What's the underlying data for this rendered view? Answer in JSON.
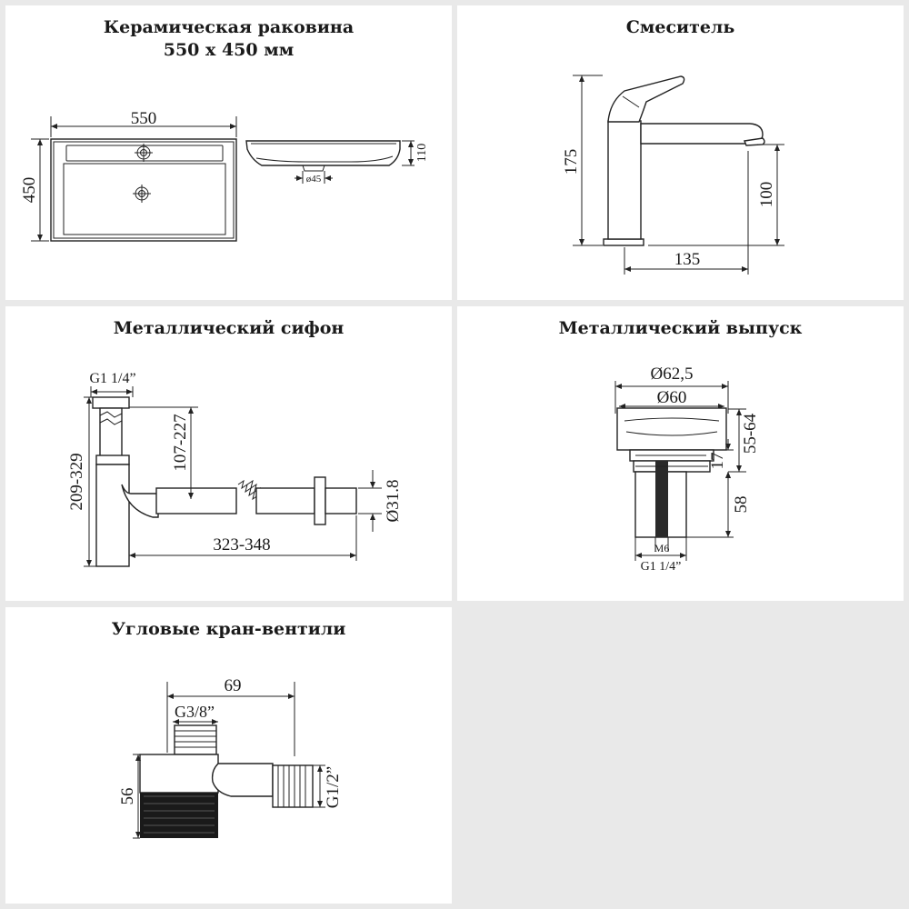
{
  "panels": {
    "sink": {
      "title_line1": "Керамическая раковина",
      "title_line2": "550 х 450 мм",
      "dim_width": "550",
      "dim_height": "450",
      "dim_depth": "110",
      "dim_drain": "ø45"
    },
    "faucet": {
      "title": "Смеситель",
      "dim_height": "175",
      "dim_spout_height": "100",
      "dim_reach": "135"
    },
    "siphon": {
      "title": "Металлический сифон",
      "dim_thread": "G1 1/4”",
      "dim_height_range": "209-329",
      "dim_vertical_range": "107-227",
      "dim_length_range": "323-348",
      "dim_pipe_diameter": "Ø31.8"
    },
    "drain": {
      "title": "Металлический выпуск",
      "dim_outer": "Ø62,5",
      "dim_inner": "Ø60",
      "dim_height_range": "55-64",
      "dim_flange": "17",
      "dim_shaft": "58",
      "dim_bolt": "M6",
      "dim_thread": "G1 1/4”"
    },
    "valve": {
      "title": "Угловые кран-вентили",
      "dim_length": "69",
      "dim_inlet": "G3/8”",
      "dim_height": "56",
      "dim_outlet": "G1/2”"
    }
  },
  "colors": {
    "background": "#e9e9e9",
    "panel": "#ffffff",
    "line": "#222222",
    "handle": "#1a1a1a"
  }
}
